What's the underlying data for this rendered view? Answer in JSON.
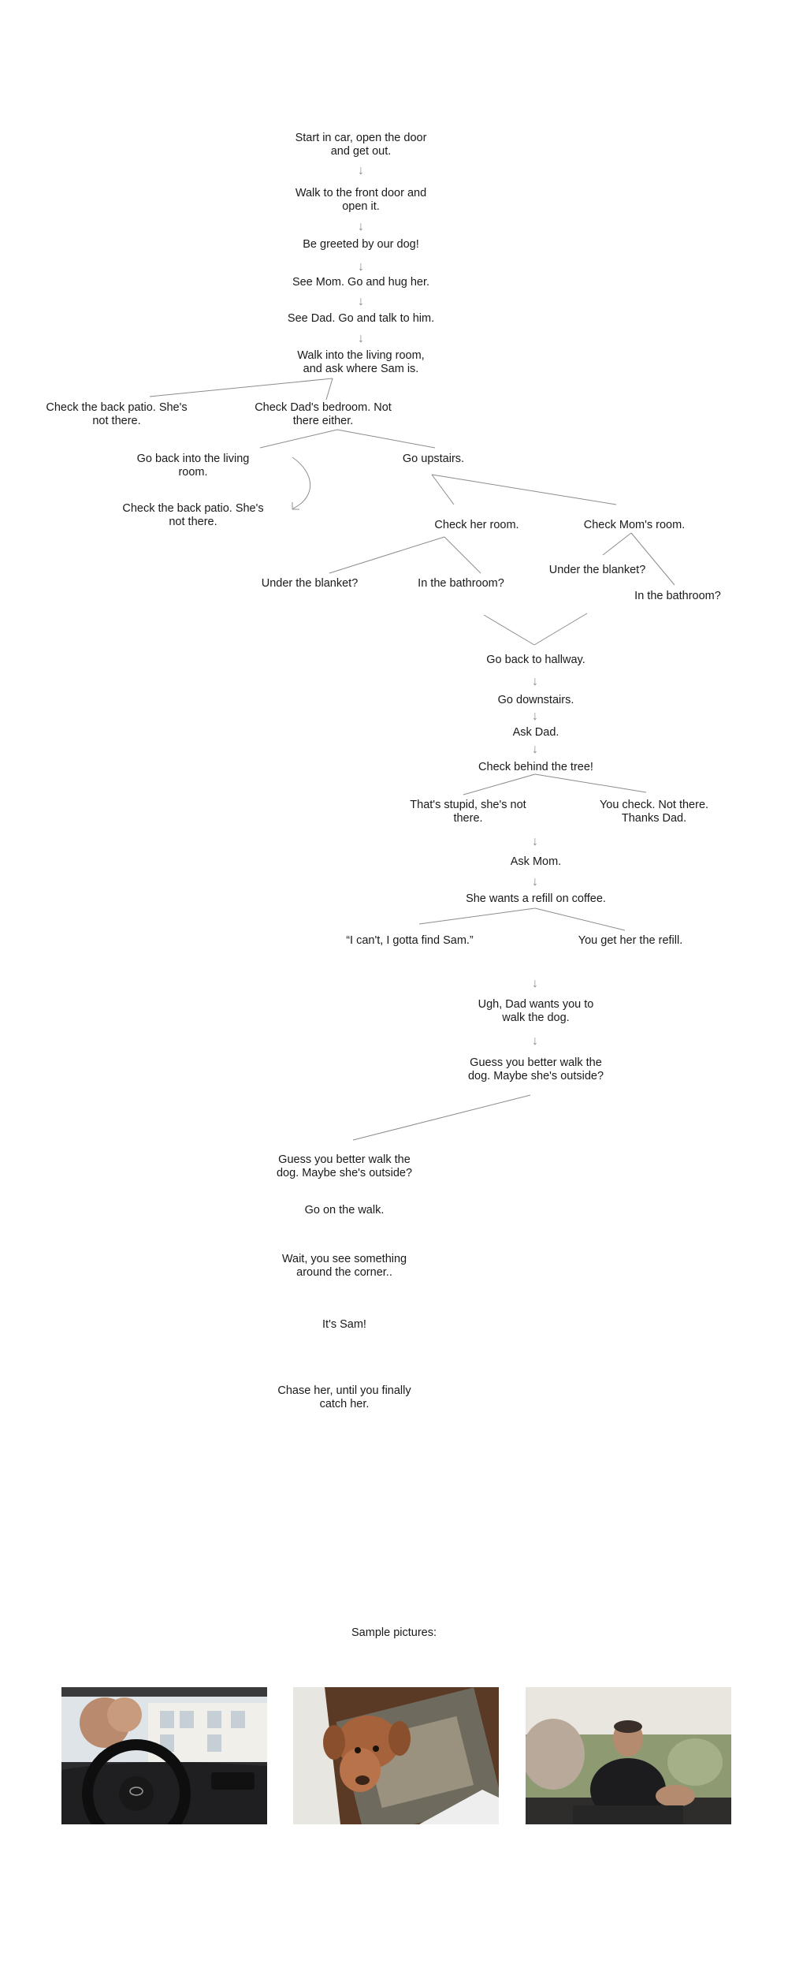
{
  "nodes": {
    "start": "Start in car, open the door\nand get out.",
    "walk_front_door": "Walk to the front door and\nopen it.",
    "greeted": "Be greeted by our dog!",
    "see_mom": "See Mom. Go and hug her.",
    "see_dad": "See Dad. Go and talk to him.",
    "living_room": "Walk into the living room,\nand ask where Sam is.",
    "back_patio_1": "Check the back patio. She's\nnot there.",
    "dads_bedroom": "Check Dad's bedroom. Not\nthere either.",
    "back_living": "Go back into the living\nroom.",
    "back_patio_2": "Check the back patio. She's\nnot there.",
    "upstairs": "Go upstairs.",
    "her_room": "Check her room.",
    "moms_room": "Check Mom's room.",
    "under_blanket_1": "Under the blanket?",
    "bathroom_1": "In the bathroom?",
    "under_blanket_2": "Under the blanket?",
    "bathroom_2": "In the bathroom?",
    "hallway": "Go back to hallway.",
    "downstairs": "Go downstairs.",
    "ask_dad": "Ask Dad.",
    "behind_tree": "Check behind the tree!",
    "stupid": "That's stupid, she's not\nthere.",
    "you_check": "You check. Not there.\nThanks Dad.",
    "ask_mom": "Ask Mom.",
    "refill": "She wants a refill on coffee.",
    "cant": "“I can't, I gotta find Sam.”",
    "get_refill": "You get her the refill.",
    "walk_dog": "Ugh, Dad wants you to\nwalk the dog.",
    "guess_1": "Guess you better walk the\ndog. Maybe she's outside?",
    "guess_2": "Guess you better walk the\ndog. Maybe she's outside?",
    "go_walk": "Go on the walk.",
    "something": "Wait, you see something\naround the corner..",
    "its_sam": "It's Sam!",
    "chase": "Chase her, until you finally\ncatch her."
  },
  "arrow_glyph": "↓",
  "samples": {
    "heading": "Sample pictures:",
    "images": [
      "car-interior-photo",
      "dog-photo",
      "dad-on-couch-photo"
    ]
  },
  "colors": {
    "line": "#8c8c8c",
    "text": "#1a1a1a"
  }
}
